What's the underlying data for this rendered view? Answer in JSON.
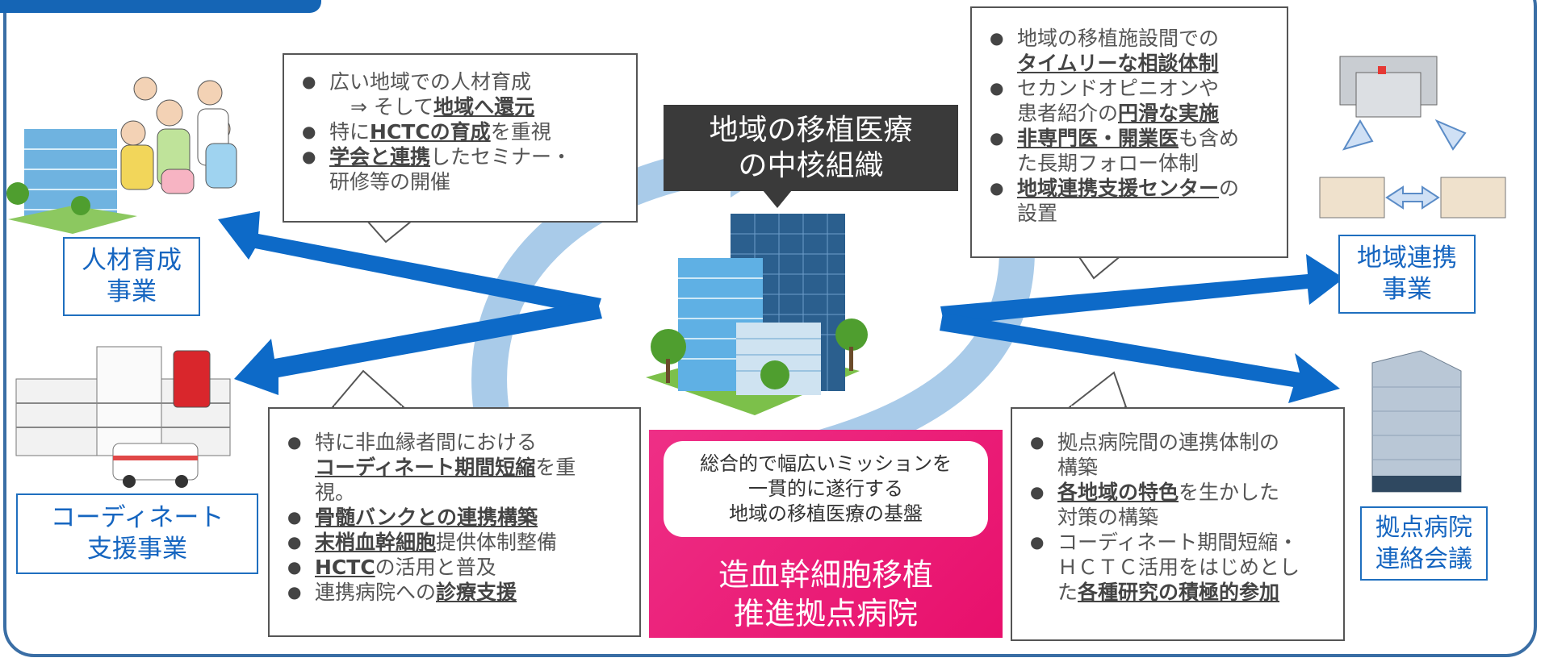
{
  "colors": {
    "frame": "#3a6ea5",
    "arrow": "#0d6ac8",
    "cycle": "#a9cbe9",
    "label_text": "#1565c0",
    "hospital": "#e8106c",
    "core_box": "#3a3a3a"
  },
  "core": {
    "line1": "地域の移植医療",
    "line2": "の中核組織"
  },
  "labels": {
    "jinzai": {
      "line1": "人材育成",
      "line2": "事業"
    },
    "coord": {
      "line1": "コーディネート",
      "line2": "支援事業"
    },
    "chiiki": {
      "line1": "地域連携",
      "line2": "事業"
    },
    "kyoten": {
      "line1": "拠点病院",
      "line2": "連絡会議"
    }
  },
  "hospital": {
    "mission1": "総合的で幅広いミッションを",
    "mission2": "一貫的に遂行する",
    "mission3": "地域の移植医療の基盤",
    "name1": "造血幹細胞移植",
    "name2": "推進拠点病院"
  },
  "bubble_top_left": {
    "b1": "広い地域での人材育成",
    "b1c_pre": "⇒ そして",
    "b1c_u": "地域へ還元",
    "b2_pre": "特に",
    "b2_u": "HCTCの育成",
    "b2_post": "を重視",
    "b3_u": "学会と連携",
    "b3_post": "したセミナー・",
    "b3c": "研修等の開催"
  },
  "bubble_top_right": {
    "b1": "地域の移植施設間での",
    "b1c_u": "タイムリーな相談体制",
    "b2": "セカンドオピニオンや",
    "b2c_pre": "患者紹介の",
    "b2c_u": "円滑な実施",
    "b3_u": "非専門医・開業医",
    "b3_post": "も含め",
    "b3c": "た長期フォロー体制",
    "b4_u": "地域連携支援センター",
    "b4_post": "の",
    "b4c": "設置"
  },
  "bubble_bottom_left": {
    "b1": "特に非血縁者間における",
    "b1c_u": "コーディネート期間短縮",
    "b1c_post": "を重",
    "b1c2": "視。",
    "b2_u": "骨髄バンクとの連携構築",
    "b3_u": "末梢血幹細胞",
    "b3_post": "提供体制整備",
    "b4_u": "HCTC",
    "b4_post": "の活用と普及",
    "b5_pre": "連携病院への",
    "b5_u": "診療支援"
  },
  "bubble_bottom_right": {
    "b1": "拠点病院間の連携体制の",
    "b1c": "構築",
    "b2_u": "各地域の特色",
    "b2_post": "を生かした",
    "b2c": "対策の構築",
    "b3": "コーディネート期間短縮・",
    "b3c": "ＨＣＴＣ活用をはじめとし",
    "b3c2_pre": "た",
    "b3c2_u": "各種研究の積極的参加"
  }
}
